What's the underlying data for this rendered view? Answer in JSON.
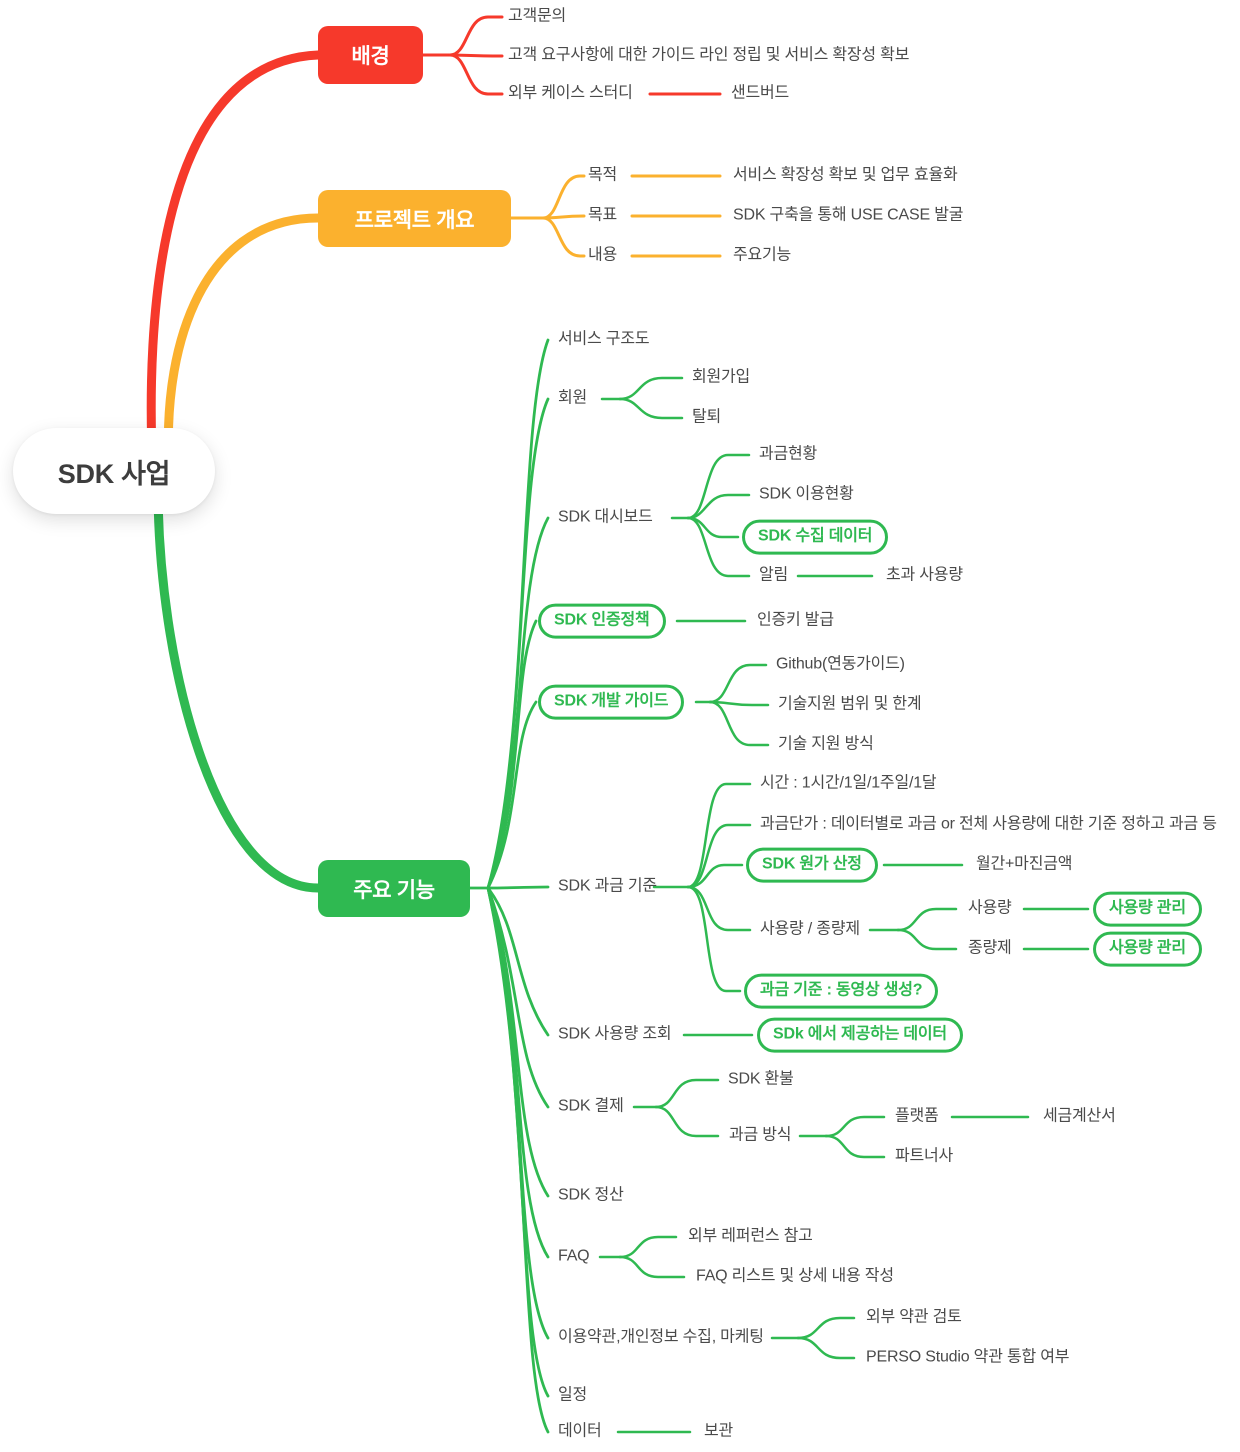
{
  "root": {
    "label": "SDK 사업"
  },
  "colors": {
    "branch_red": "#F6392B",
    "branch_yellow": "#FBB12E",
    "branch_green": "#2FB951",
    "topic_text": "#4A4A4A",
    "root_text": "#3D3D3D"
  },
  "branches": [
    {
      "label": "배경",
      "children": [
        {
          "label": "고객문의"
        },
        {
          "label": "고객 요구사항에 대한 가이드 라인 정립 및 서비스 확장성 확보"
        },
        {
          "label": "외부 케이스 스터디",
          "children": [
            {
              "label": "샌드버드"
            }
          ]
        }
      ]
    },
    {
      "label": "프로젝트 개요",
      "children": [
        {
          "label": "목적",
          "children": [
            {
              "label": "서비스 확장성 확보 및 업무 효율화"
            }
          ]
        },
        {
          "label": "목표",
          "children": [
            {
              "label": "SDK 구축을 통해 USE CASE 발굴"
            }
          ]
        },
        {
          "label": "내용",
          "children": [
            {
              "label": "주요기능"
            }
          ]
        }
      ]
    },
    {
      "label": "주요 기능",
      "children": [
        {
          "label": "서비스 구조도"
        },
        {
          "label": "회원",
          "children": [
            {
              "label": "회원가입"
            },
            {
              "label": "탈퇴"
            }
          ]
        },
        {
          "label": "SDK 대시보드",
          "children": [
            {
              "label": "과금현황"
            },
            {
              "label": "SDK 이용현황"
            },
            {
              "label": "SDK 수집 데이터",
              "pill": true
            },
            {
              "label": "알림",
              "children": [
                {
                  "label": "초과 사용량"
                }
              ]
            }
          ]
        },
        {
          "label": "SDK 인증정책",
          "pill": true,
          "children": [
            {
              "label": "인증키 발급"
            }
          ]
        },
        {
          "label": "SDK 개발 가이드",
          "pill": true,
          "children": [
            {
              "label": "Github(연동가이드)"
            },
            {
              "label": "기술지원 범위 및 한계"
            },
            {
              "label": "기술 지원 방식"
            }
          ]
        },
        {
          "label": "SDK 과금 기준",
          "children": [
            {
              "label": "시간 : 1시간/1일/1주일/1달"
            },
            {
              "label": "과금단가 : 데이터별로 과금 or 전체 사용량에 대한 기준 정하고 과금 등"
            },
            {
              "label": "SDK 원가 산정",
              "pill": true,
              "children": [
                {
                  "label": "월간+마진금액"
                }
              ]
            },
            {
              "label": "사용량 / 종량제",
              "children": [
                {
                  "label": "사용량",
                  "children": [
                    {
                      "label": "사용량 관리",
                      "pill": true
                    }
                  ]
                },
                {
                  "label": "종량제",
                  "children": [
                    {
                      "label": "사용량 관리",
                      "pill": true
                    }
                  ]
                }
              ]
            },
            {
              "label": "과금 기준 : 동영상 생성?",
              "pill": true
            }
          ]
        },
        {
          "label": "SDK 사용량 조회",
          "children": [
            {
              "label": "SDk 에서 제공하는 데이터",
              "pill": true
            }
          ]
        },
        {
          "label": "SDK 결제",
          "children": [
            {
              "label": "SDK 환불"
            },
            {
              "label": "과금 방식",
              "children": [
                {
                  "label": "플랫폼",
                  "children": [
                    {
                      "label": "세금계산서"
                    }
                  ]
                },
                {
                  "label": "파트너사"
                }
              ]
            }
          ]
        },
        {
          "label": "SDK 정산"
        },
        {
          "label": "FAQ",
          "children": [
            {
              "label": "외부 레퍼런스 참고"
            },
            {
              "label": "FAQ 리스트 및 상세 내용 작성"
            }
          ]
        },
        {
          "label": "이용약관,개인정보 수집, 마케팅",
          "children": [
            {
              "label": "외부 약관 검토"
            },
            {
              "label": "PERSO Studio 약관 통합 여부"
            }
          ]
        },
        {
          "label": "일정"
        },
        {
          "label": "데이터",
          "children": [
            {
              "label": "보관"
            }
          ]
        }
      ]
    }
  ]
}
